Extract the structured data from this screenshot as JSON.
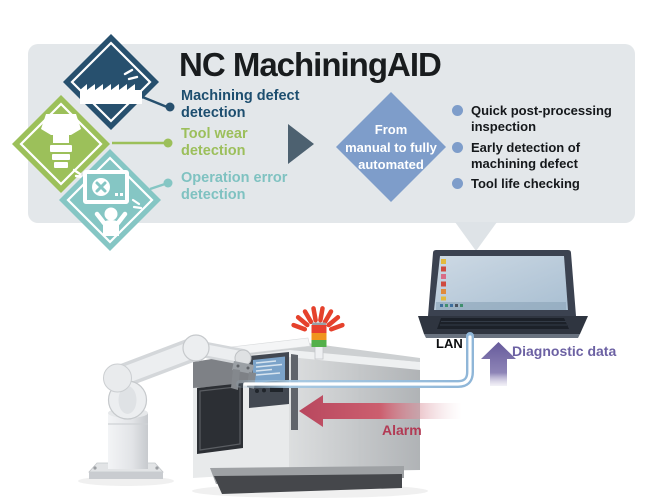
{
  "header": {
    "title": "NC MachiningAID",
    "panel_color": "#e3e7ea",
    "features": [
      {
        "label": "Machining defect detection",
        "icon": "saw-blade-icon",
        "color": "#1d4e6f"
      },
      {
        "label": "Tool wear detection",
        "icon": "end-mill-icon",
        "color": "#9cbf5b"
      },
      {
        "label": "Operation error detection",
        "icon": "operation-error-icon",
        "color": "#7fc2c1"
      }
    ],
    "transition": {
      "label": "From manual to fully automated",
      "lines": [
        "From",
        "manual to fully",
        "automated"
      ],
      "color": "#7e9dca"
    },
    "benefits": [
      "Quick post-processing inspection",
      "Early detection of machining defect",
      "Tool life checking"
    ],
    "bullet_color": "#7e9dca"
  },
  "illustration": {
    "lan_label": "LAN",
    "diagnostic_data_label": "Diagnostic data",
    "alarm_label": "Alarm",
    "diagnostic_color": "#6c61a3",
    "alarm_color": "#b23a54",
    "lan_cable_color": "#a5c8e2",
    "signal_tower_colors": [
      "#e8402f",
      "#f0941e",
      "#53b04a"
    ]
  }
}
